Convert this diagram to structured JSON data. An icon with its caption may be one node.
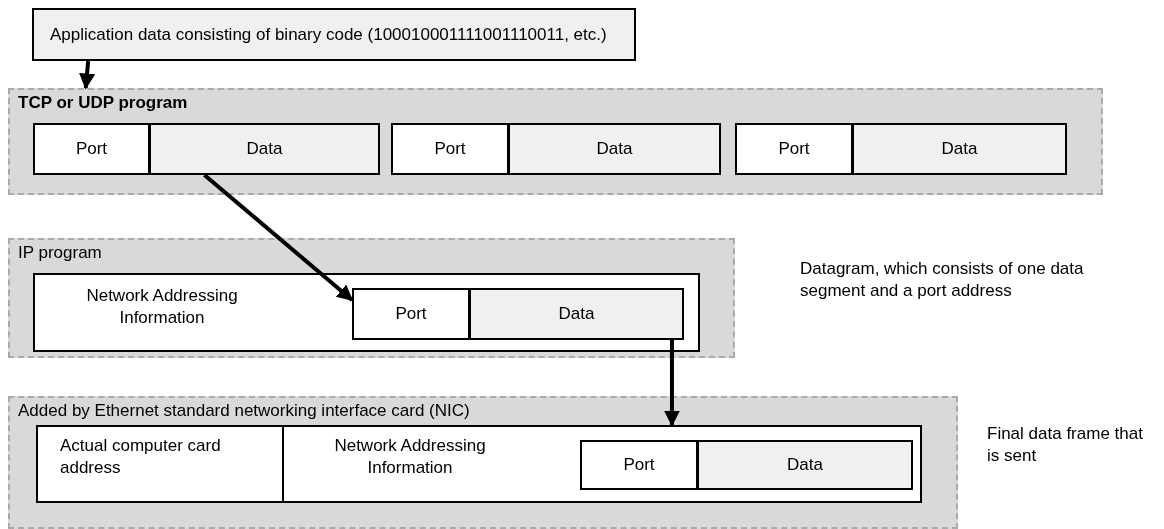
{
  "diagram": {
    "nodes": [
      {
        "text": [
          "Application data consisting of binary code  (100010001111001110011, etc.)"
        ]
      },
      {
        "text": [
          "TCP or UDP program"
        ]
      },
      {
        "text": [
          "Port"
        ],
        "in": 1
      },
      {
        "text": [
          "Data"
        ],
        "in": 1
      },
      {
        "text": [
          "Port"
        ],
        "in": 1
      },
      {
        "text": [
          "Data"
        ],
        "in": 1
      },
      {
        "text": [
          "Port"
        ],
        "in": 1
      },
      {
        "text": [
          "Data"
        ],
        "in": 1
      },
      {
        "text": [
          "IP program"
        ]
      },
      {
        "text": [
          "Network Addressing Information"
        ],
        "in": 8
      },
      {
        "text": [
          "Port"
        ],
        "in": 9
      },
      {
        "text": [
          "Data"
        ],
        "in": 9
      },
      {
        "text": [
          "Added by Ethernet standard networking interface card (NIC)"
        ]
      },
      {
        "text": [],
        "shape": "box",
        "in": 12
      },
      {
        "text": [
          "Actual computer card address"
        ],
        "in": 13
      },
      {
        "text": [
          "Network  Addressing Information"
        ],
        "in": 13
      },
      {
        "text": [
          "Port"
        ],
        "in": 15
      },
      {
        "text": [
          "Data"
        ],
        "in": 15
      }
    ],
    "edges": [
      {
        "from": 0,
        "to": 1,
        "arrow": "to"
      },
      {
        "from": 3,
        "to": 10,
        "arrow": "to"
      },
      {
        "from": 11,
        "to": 13,
        "arrow": "to"
      }
    ],
    "labels": [
      "Datagram, which consists of one data segment and a port address",
      "Final data frame that is sent"
    ]
  }
}
